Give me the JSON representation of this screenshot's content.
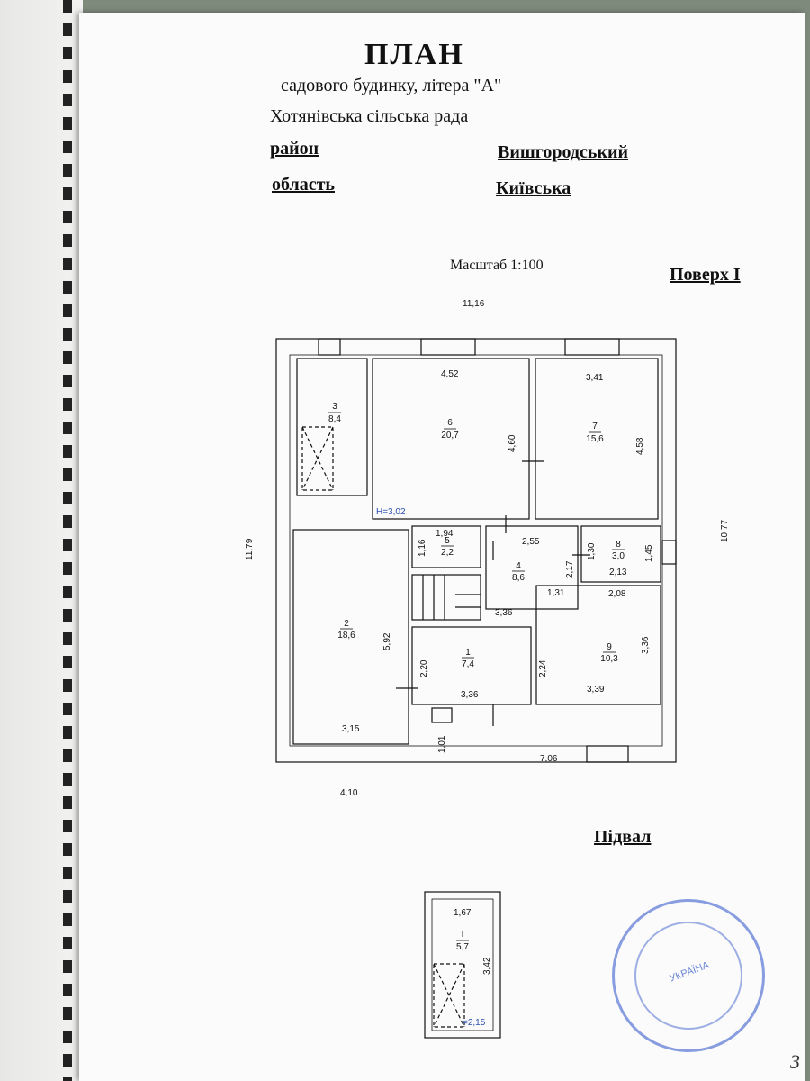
{
  "header": {
    "title": "ПЛАН",
    "subtitle": "садового будинку, літера \"А\"",
    "council": "Хотянівська сільська рада",
    "district_label": "район",
    "district_value": "Вишгородський",
    "region_label": "область",
    "region_value": "Київська"
  },
  "scale": "Масштаб 1:100",
  "floor_label": "Поверх I",
  "basement_label": "Підвал",
  "page_number": "3",
  "stamp_text": "УКРАЇНА",
  "floor_plan": {
    "height_mark": "Н=3,02",
    "rooms": [
      {
        "id": "3",
        "area": "8,4"
      },
      {
        "id": "6",
        "area": "20,7"
      },
      {
        "id": "7",
        "area": "15,6"
      },
      {
        "id": "5",
        "area": "2,2"
      },
      {
        "id": "4",
        "area": "8,6"
      },
      {
        "id": "8",
        "area": "3,0"
      },
      {
        "id": "2",
        "area": "18,6"
      },
      {
        "id": "1",
        "area": "7,4"
      },
      {
        "id": "9",
        "area": "10,3"
      }
    ],
    "dimensions": {
      "overall_width": "11,16",
      "overall_height": "11,79",
      "right_height": "10,77",
      "bottom_left": "4,10",
      "bottom_right": "7,06",
      "step": "1,01",
      "r6_w": "4,52",
      "r6_h": "4,60",
      "r7_w": "3,41",
      "r7_h": "4,58",
      "r5_w": "1,94",
      "r5_h": "1,16",
      "r4_w": "2,55",
      "r4_h": "2,17",
      "r4_stair": "1,31",
      "r4_bottom": "3,36",
      "r8_w": "2,13",
      "r8_h1": "1,30",
      "r8_h2": "1,45",
      "r2_h": "5,92",
      "r2_w": "3,15",
      "r1_h": "2,20",
      "r1_w": "3,36",
      "r1_h2": "2,24",
      "r9_w_top": "2,08",
      "r9_h": "3,36",
      "r9_w": "3,39"
    }
  },
  "basement_plan": {
    "room": {
      "id": "I",
      "area": "5,7"
    },
    "dims": {
      "w": "1,67",
      "h": "3,42",
      "height_mark": "=2,15"
    }
  }
}
